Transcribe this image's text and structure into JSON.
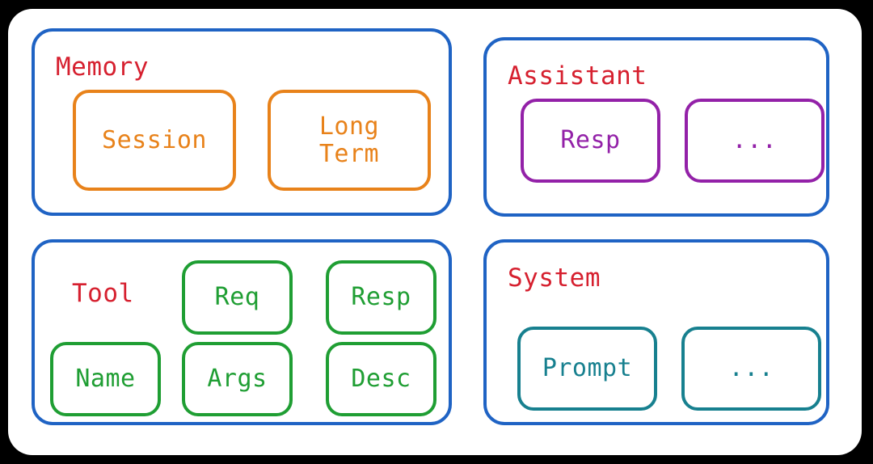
{
  "diagram": {
    "type": "block-diagram",
    "background_color": "#000000",
    "card_color": "#ffffff",
    "panel_border_color": "#1f63c4",
    "title_color": "#d6202f",
    "panels": [
      {
        "id": "memory",
        "title": "Memory",
        "accent_color": "#e8821a",
        "items": [
          {
            "label": "Session"
          },
          {
            "label": "Long\nTerm"
          }
        ]
      },
      {
        "id": "assistant",
        "title": "Assistant",
        "accent_color": "#9321a8",
        "items": [
          {
            "label": "Resp"
          },
          {
            "label": "..."
          }
        ]
      },
      {
        "id": "tool",
        "title": "Tool",
        "accent_color": "#1f9e33",
        "items": [
          {
            "label": "Req"
          },
          {
            "label": "Resp"
          },
          {
            "label": "Name"
          },
          {
            "label": "Args"
          },
          {
            "label": "Desc"
          }
        ]
      },
      {
        "id": "system",
        "title": "System",
        "accent_color": "#17808f",
        "items": [
          {
            "label": "Prompt"
          },
          {
            "label": "..."
          }
        ]
      }
    ]
  }
}
